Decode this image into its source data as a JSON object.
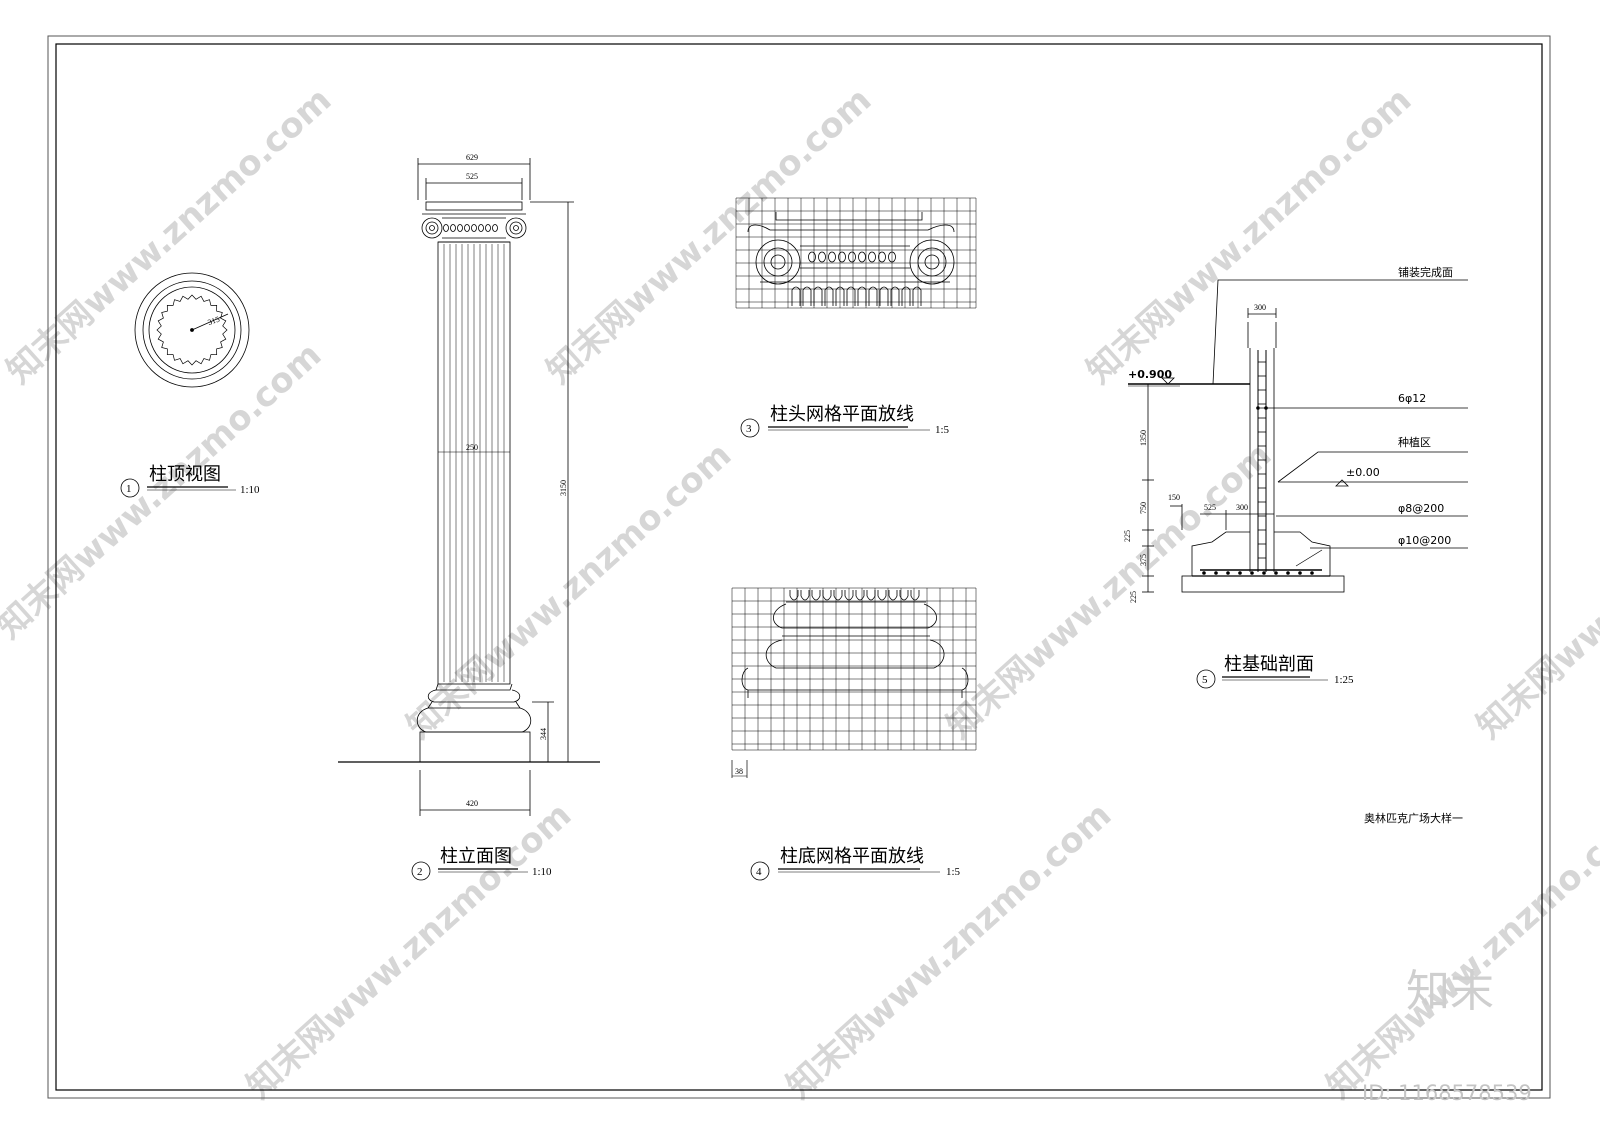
{
  "drawing_title": "奥林匹克广场大样一",
  "views": [
    {
      "num": "1",
      "title": "柱顶视图",
      "scale": "1:10"
    },
    {
      "num": "2",
      "title": "柱立面图",
      "scale": "1:10"
    },
    {
      "num": "3",
      "title": "柱头网格平面放线",
      "scale": "1:5"
    },
    {
      "num": "4",
      "title": "柱底网格平面放线",
      "scale": "1:5"
    },
    {
      "num": "5",
      "title": "柱基础剖面",
      "scale": "1:25"
    }
  ],
  "top_view": {
    "radius_label": "315"
  },
  "elevation": {
    "dim_top_outer": "629",
    "dim_top_inner": "525",
    "dim_shaft": "250",
    "dim_height": "3150",
    "dim_base_height": "344",
    "dim_base_width": "420"
  },
  "base_grid": {
    "cell_label": "38"
  },
  "foundation": {
    "paving_label": "铺装完成面",
    "elevation_top": "+0.900",
    "elevation_zero": "±0.00",
    "planting_label": "种植区",
    "rebar_vertical": "6φ12",
    "rebar_stirrup": "φ8@200",
    "rebar_bottom": "φ10@200",
    "wall_width": "300",
    "dim_1350": "1350",
    "dim_750": "750",
    "dim_225_upper": "225",
    "dim_375": "375",
    "dim_225_lower": "225",
    "dim_150": "150",
    "dim_525": "525",
    "dim_300": "300"
  },
  "watermark": {
    "text": "知末网www.znzmo.com",
    "logo": "知末",
    "id": "ID: 1168578539"
  }
}
